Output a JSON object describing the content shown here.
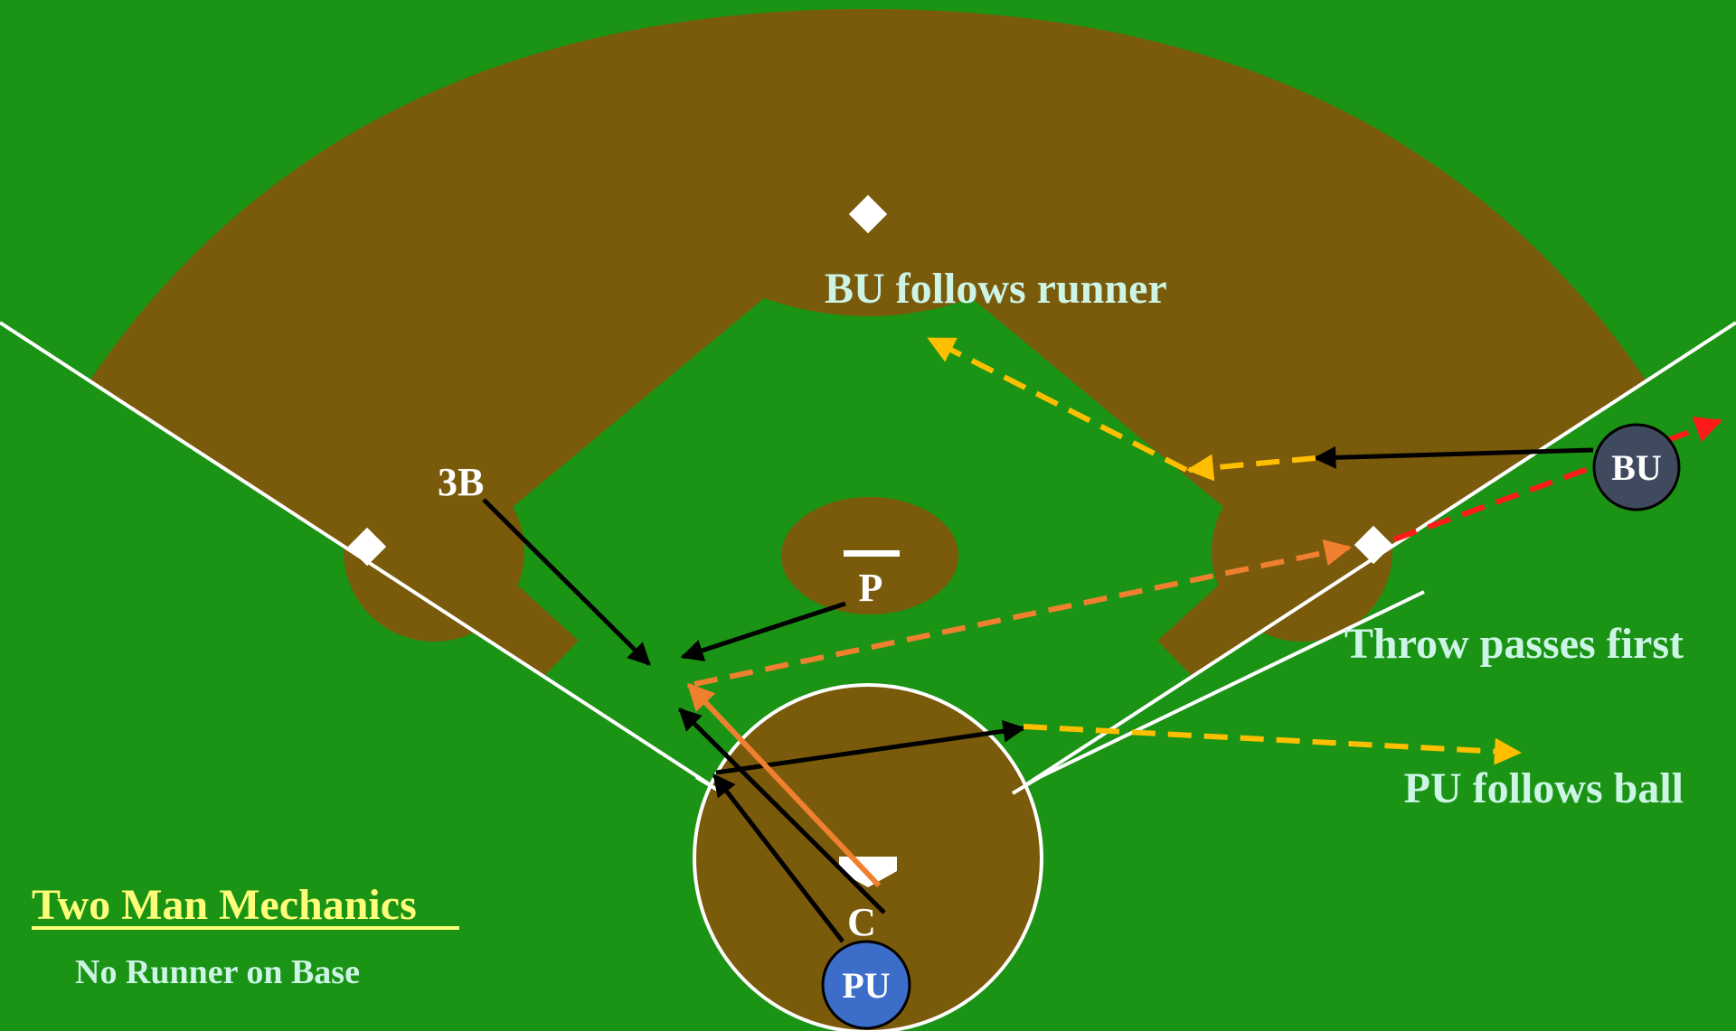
{
  "diagram": {
    "title": "Two Man Mechanics",
    "subtitle": "No Runner on Base",
    "notes": {
      "bu_follows_runner": "BU follows runner",
      "throw_passes_first": "Throw passes first",
      "pu_follows_ball": "PU follows ball"
    },
    "positions": {
      "third_base": "3B",
      "pitcher": "P",
      "catcher": "C"
    },
    "umpires": {
      "base_umpire": "BU",
      "plate_umpire": "PU"
    }
  },
  "colors": {
    "grass": "#1b9314",
    "dirt": "#7a5a0b",
    "chalk": "#ffffff",
    "note_text": "#ccf5e6",
    "title_text": "#fdfd7a",
    "bu_circle": "#3f4a5e",
    "pu_circle": "#3b6dc9",
    "movement_arrow": "#000000",
    "follow_arrow": "#ffbf00",
    "throw_arrow": "#f08030",
    "runner_arrow": "#ff1a1a"
  }
}
